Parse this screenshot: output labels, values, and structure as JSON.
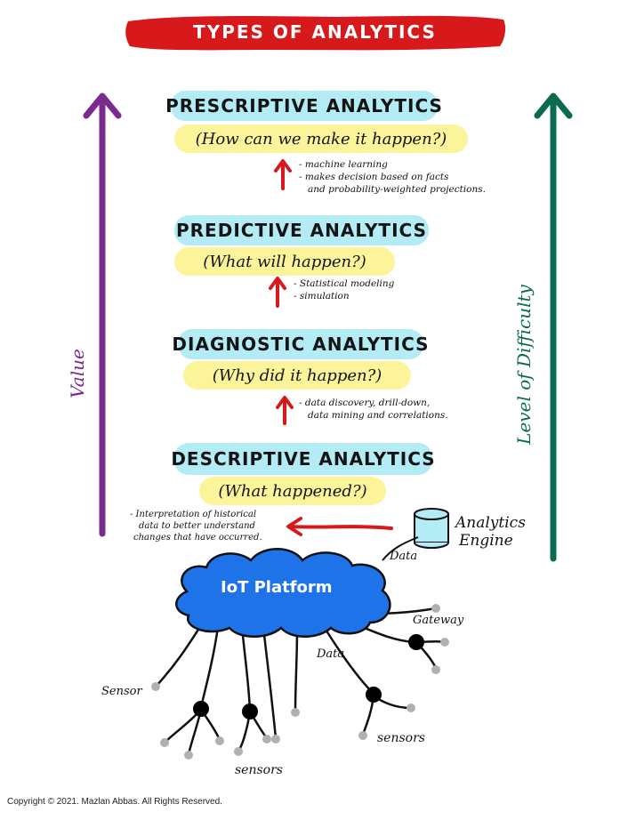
{
  "title": "TYPES OF ANALYTICS",
  "axes": {
    "left_label": "Value",
    "right_label": "Level of Difficulty"
  },
  "analytics": [
    {
      "name": "PRESCRIPTIVE ANALYTICS",
      "question": "(How can we make it happen?)",
      "notes": [
        "- machine learning",
        "- makes decision based on facts",
        "and probability-weighted projections."
      ]
    },
    {
      "name": "PREDICTIVE ANALYTICS",
      "question": "(What will happen?)",
      "notes": [
        "- Statistical modeling",
        "- simulation"
      ]
    },
    {
      "name": "DIAGNOSTIC ANALYTICS",
      "question": "(Why did it happen?)",
      "notes": [
        "- data discovery, drill-down,",
        "data mining and correlations."
      ]
    },
    {
      "name": "DESCRIPTIVE ANALYTICS",
      "question": "(What happened?)",
      "notes": [
        "- Interpretation of historical",
        "data to better understand",
        "changes that have occurred."
      ]
    }
  ],
  "iot": {
    "platform": "IoT Platform",
    "engine_line1": "Analytics",
    "engine_line2": "Engine",
    "data_top": "Data",
    "data_mid": "Data",
    "gateway": "Gateway",
    "sensor_left": "Sensor",
    "sensors_bottom": "sensors",
    "sensors_right": "sensors"
  },
  "colors": {
    "banner": "#d7191c",
    "value_arrow": "#7b2b8e",
    "difficulty_arrow": "#0a6b50",
    "cyan_pill": "#b4ecf6",
    "yellow_pill": "#fbf49a",
    "cloud": "#1e73e8",
    "red_arrow": "#d7191c"
  },
  "copyright": "Copyright © 2021. Mazlan Abbas. All Rights Reserved."
}
